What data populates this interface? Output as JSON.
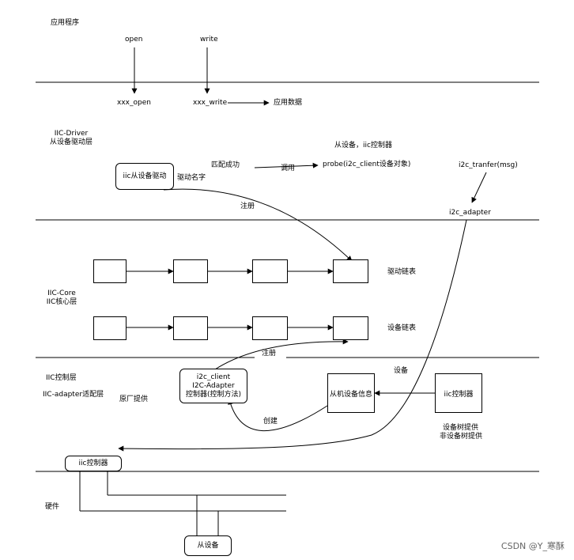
{
  "app_layer": {
    "title": "应用程序",
    "open": "open",
    "write": "write",
    "xxx_open": "xxx_open",
    "xxx_write": "xxx_write",
    "app_data": "应用数据"
  },
  "driver_layer": {
    "title1": "IIC-Driver",
    "title2": "从设备驱动层",
    "device_ctrl": "从设备，iic控制器",
    "driver_box": "iic从设备驱动",
    "driver_name": "驱动名字",
    "match": "匹配成功",
    "call": "调用",
    "probe": "probe(i2c_client设备对象)",
    "transfer": "i2c_tranfer(msg)",
    "adapter": "i2c_adapter",
    "register": "注册"
  },
  "core_layer": {
    "title1": "IIC-Core",
    "title2": "IIC核心层",
    "driver_list": "驱动链表",
    "device_list": "设备链表",
    "register": "注册"
  },
  "ctrl_layer": {
    "title1": "IIC控制层",
    "title2": "IIC-adapter适配层",
    "vendor": "原厂提供",
    "client_line1": "i2c_client",
    "client_line2": "I2C-Adapter",
    "client_line3": "控制器(控制方法)",
    "slave_info": "从机设备信息",
    "iic_ctrl": "iic控制器",
    "device": "设备",
    "create": "创建",
    "dt1": "设备树提供",
    "dt2": "非设备树提供",
    "iic_ctrl_bottom": "iic控制器"
  },
  "hw_layer": {
    "title": "硬件",
    "slave": "从设备"
  },
  "watermark": "CSDN @Y_寒酥",
  "colors": {
    "line": "#000000",
    "background": "#ffffff"
  }
}
